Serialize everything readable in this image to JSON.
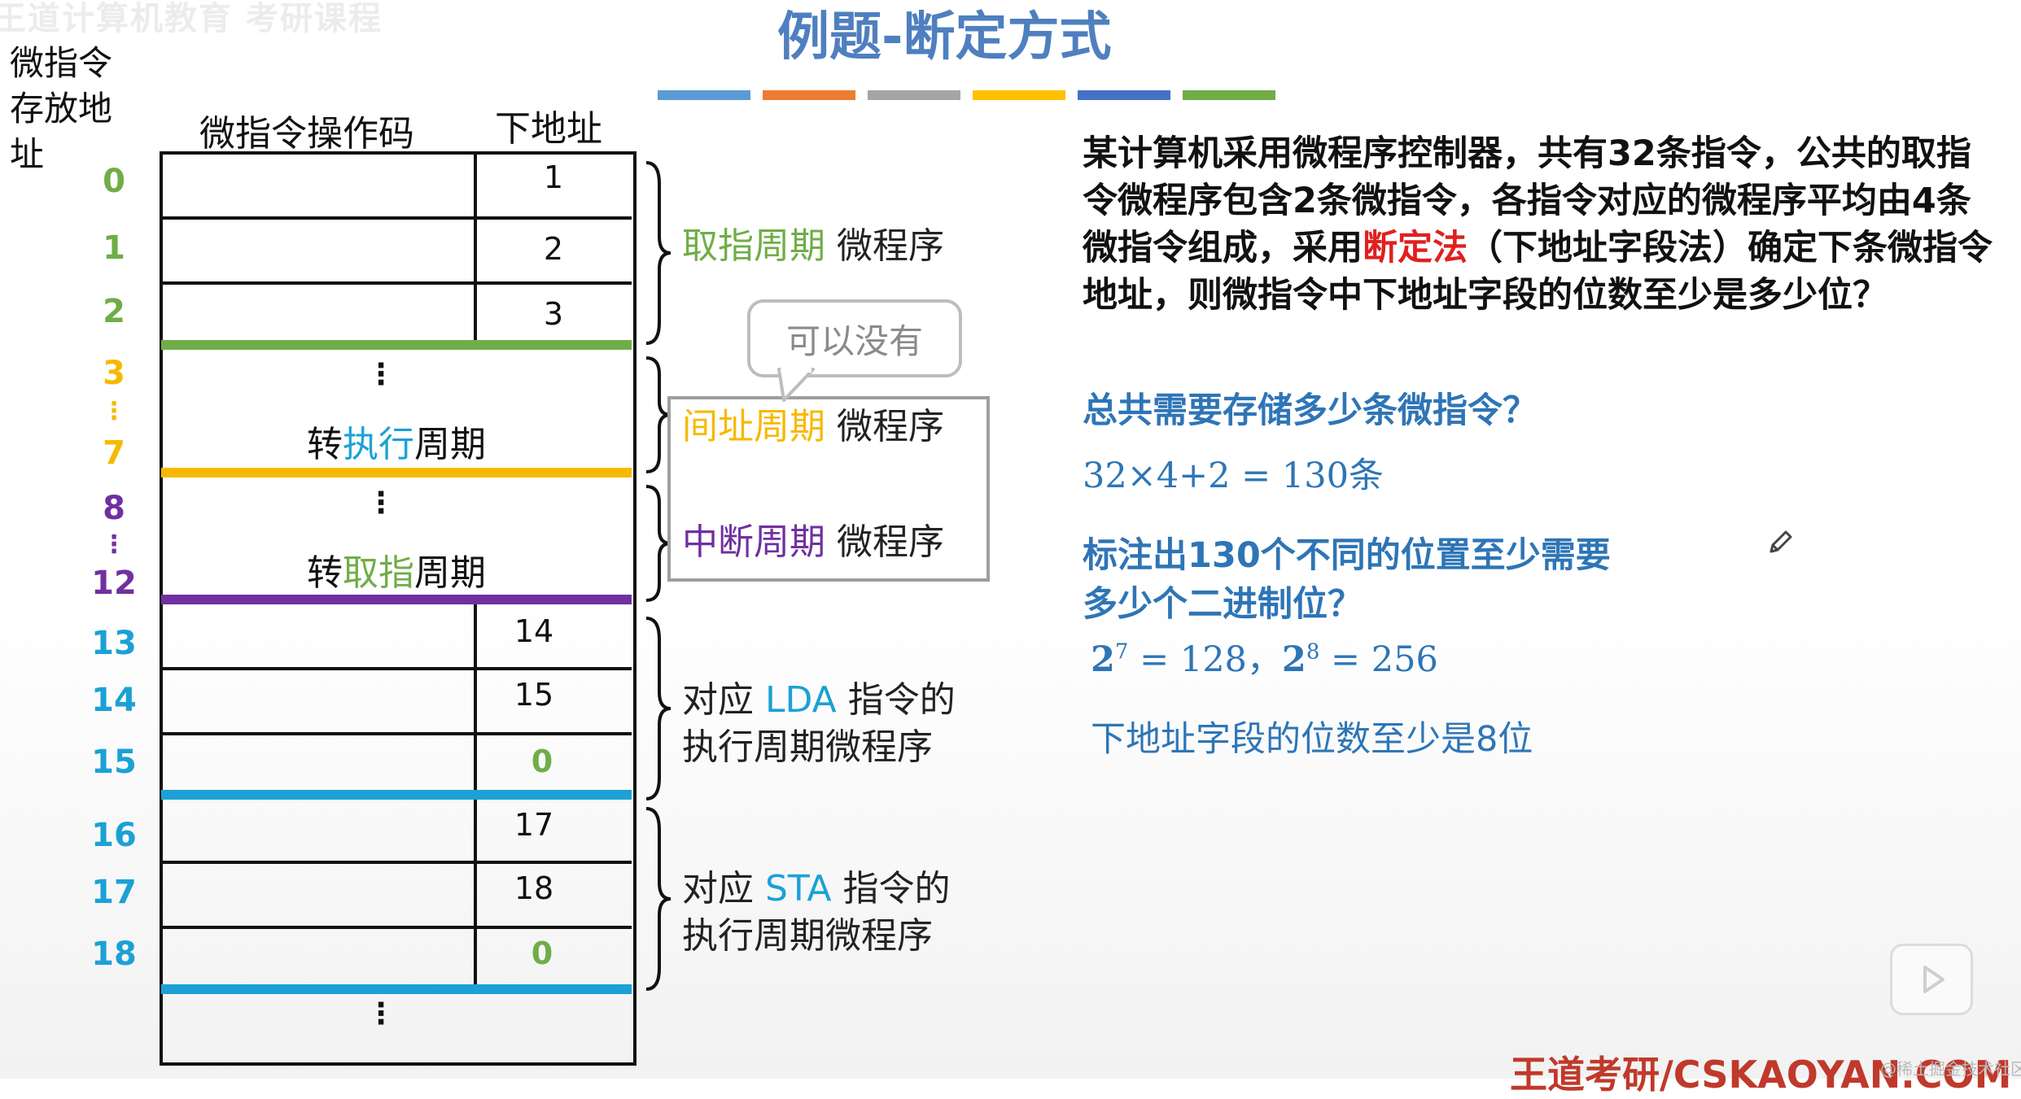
{
  "watermark_top": "王道计算机教育  考研课程",
  "title": "例题-断定方式",
  "colors": {
    "green": "#70ad47",
    "yellow": "#f6b900",
    "purple": "#7030a0",
    "cyan": "#1ba1d5",
    "red": "#e02020",
    "blue_text": "#2e75b6",
    "title_blue": "#4f7fbf",
    "title_bars": [
      "#5b9bd5",
      "#ed7d31",
      "#a5a5a5",
      "#ffc000",
      "#4472c4",
      "#70ad47"
    ]
  },
  "table": {
    "addr_header": [
      "微指令",
      "存放地",
      "址"
    ],
    "opcode_header": "微指令操作码",
    "next_header": "下地址",
    "addresses": {
      "a0": "0",
      "a1": "1",
      "a2": "2",
      "a3": "3",
      "a_dots1": "⋮",
      "a7": "7",
      "a8": "8",
      "a_dots2": "⋮",
      "a12": "12",
      "a13": "13",
      "a14": "14",
      "a15": "15",
      "a16": "16",
      "a17": "17",
      "a18": "18"
    },
    "next": {
      "n0": "1",
      "n1": "2",
      "n2": "3",
      "n13": "14",
      "n14": "15",
      "n15": "0",
      "n16": "17",
      "n17": "18",
      "n18": "0"
    },
    "dots": "⋮",
    "jump_exec": {
      "prefix": "转",
      "highlight": "执行",
      "suffix": "周期"
    },
    "jump_fetch": {
      "prefix": "转",
      "highlight": "取指",
      "suffix": "周期"
    }
  },
  "labels": {
    "fetch": {
      "colored": "取指周期",
      "rest": " 微程序"
    },
    "indirect": {
      "colored": "间址周期",
      "rest": " 微程序"
    },
    "interrupt": {
      "colored": "中断周期",
      "rest": " 微程序"
    },
    "lda": {
      "line1_a": "对应 ",
      "line1_b": "LDA",
      "line1_c": " 指令的",
      "line2": "执行周期微程序"
    },
    "sta": {
      "line1_a": "对应 ",
      "line1_b": "STA",
      "line1_c": " 指令的",
      "line2": "执行周期微程序"
    },
    "callout": "可以没有"
  },
  "question": {
    "part1": "某计算机采用微程序控制器，共有32条指令，公共的取指令微程序包含2条微指令，各指令对应的微程序平均由4条微指令组成，采用",
    "highlight": "断定法",
    "part2": "（下地址字段法）确定下条微指令地址，则微指令中下地址字段的位数至少是多少位？"
  },
  "answers": {
    "q1": "总共需要存储多少条微指令？",
    "a1": "32×4+2 = 130条",
    "q2_line1": "标注出130个不同的位置至少需要",
    "q2_line2": "多少个二进制位？",
    "a2_base1": "2",
    "a2_exp1": "7",
    "a2_mid": " = 128，",
    "a2_base2": "2",
    "a2_exp2": "8",
    "a2_end": " = 256",
    "conclusion": "下地址字段的位数至少是8位"
  },
  "footer": {
    "brand": "王道考研/CSKAOYAN.COM",
    "small": "@稀土掘金技术社区"
  }
}
